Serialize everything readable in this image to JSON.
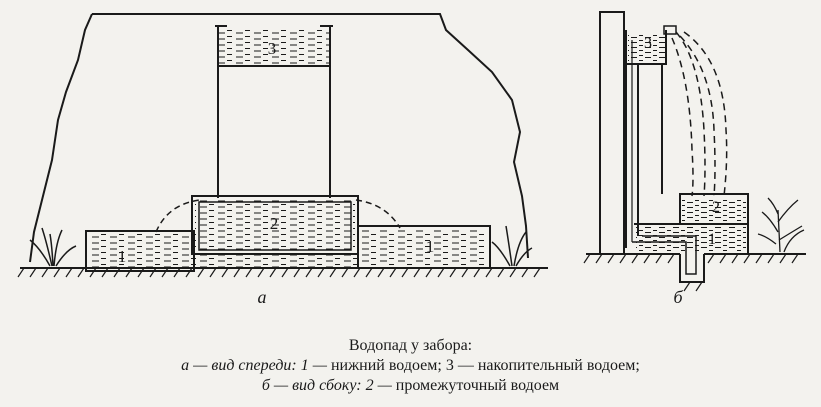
{
  "figure": {
    "view_a_letter": "а",
    "view_b_letter": "б",
    "labels": {
      "lower_pool": "1",
      "intermediate_pool": "2",
      "storage_pool": "3"
    }
  },
  "caption": {
    "title": "Водопад у забора:",
    "line2_italic": "а — вид спереди: 1 —",
    "line2_plain": " нижний водоем; 3 — накопительный водоем;",
    "line3_italic": "б — вид сбоку: 2 —",
    "line3_plain": " промежуточный водоем"
  },
  "colors": {
    "ink": "#1a1a1a",
    "paper": "#f3f2ee"
  }
}
